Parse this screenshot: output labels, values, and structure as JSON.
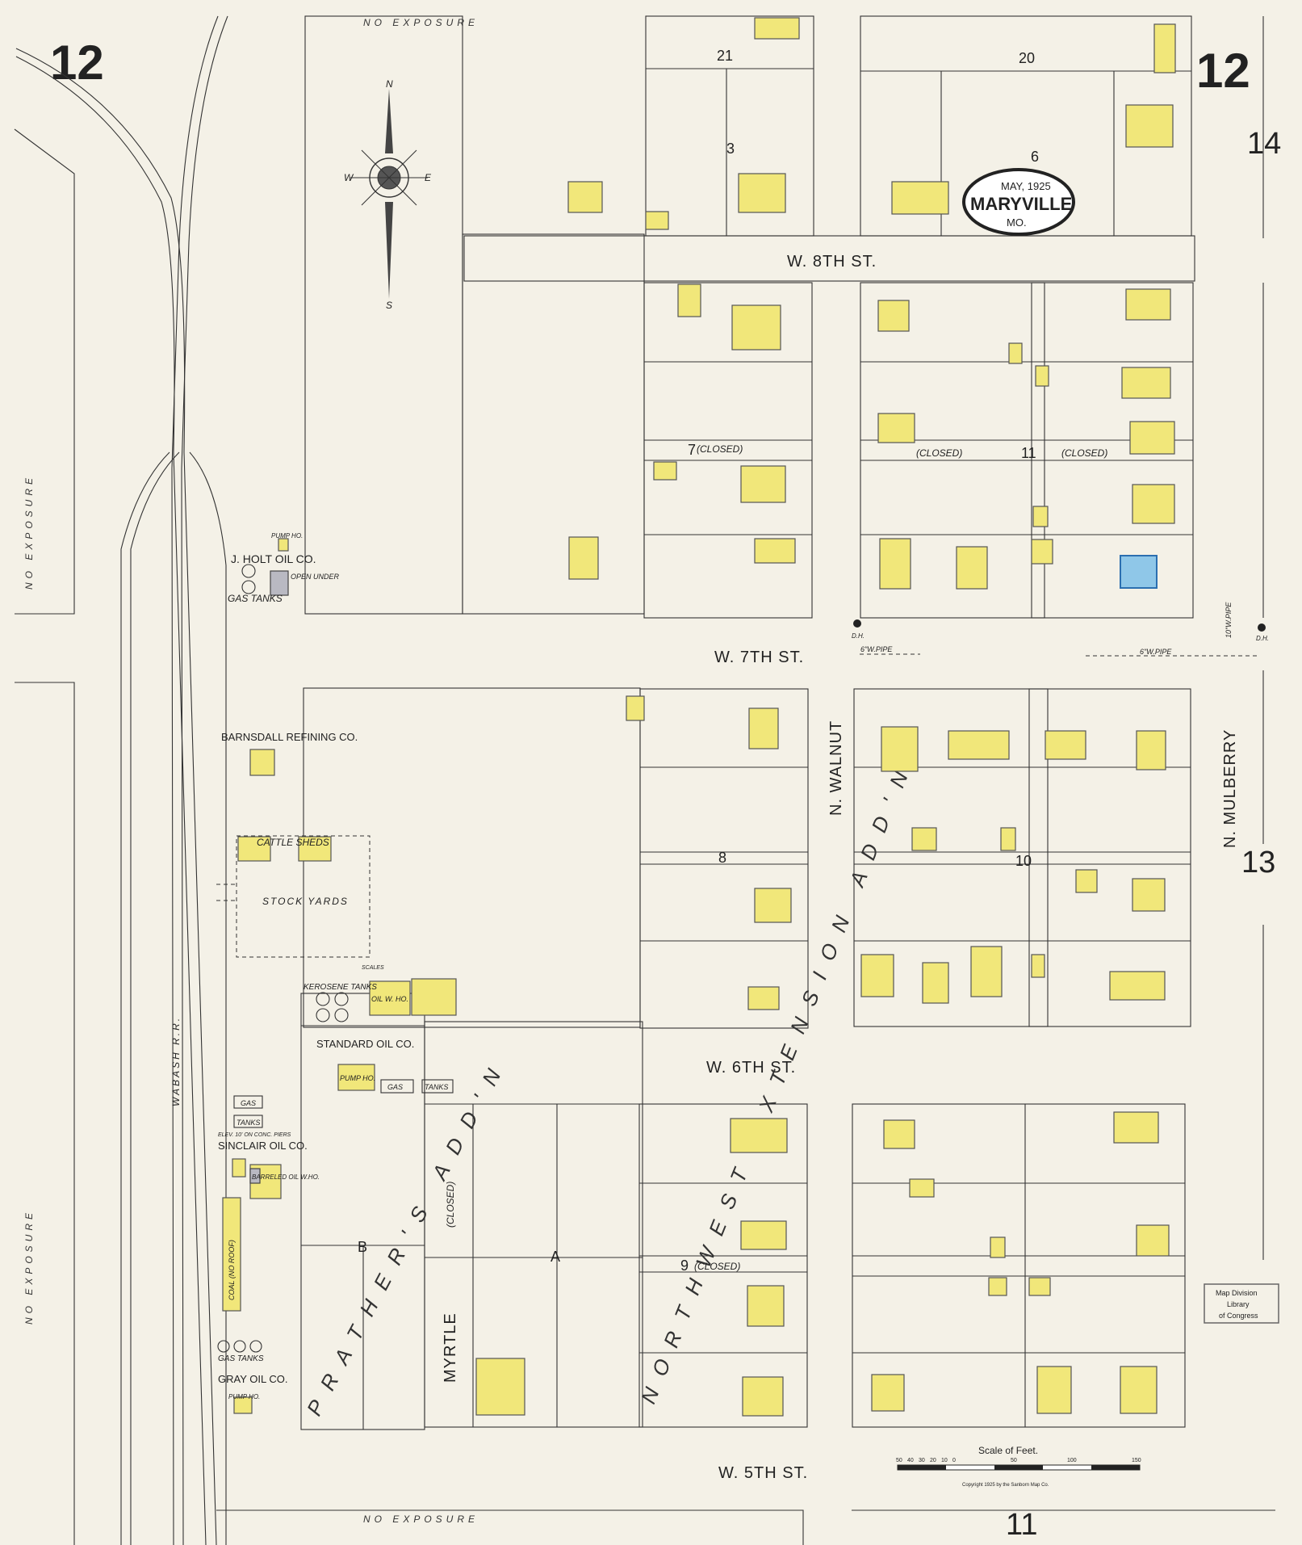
{
  "sheet": {
    "number": "12",
    "right_number": "12",
    "adjacent_top_right": "14",
    "adjacent_right_mid": "13",
    "adjacent_bottom": "11"
  },
  "title_plate": {
    "date": "MAY, 1925",
    "city": "MARYVILLE",
    "state": "MO."
  },
  "compass": {
    "n": "N",
    "s": "S",
    "e": "E",
    "w": "W"
  },
  "exposure": {
    "top": "NO EXPOSURE",
    "bottom": "NO EXPOSURE",
    "left_upper": "NO EXPOSURE",
    "left_lower": "NO EXPOSURE"
  },
  "streets": {
    "w8": "W. 8TH ST.",
    "w7": "W. 7TH ST.",
    "w6": "W. 6TH ST.",
    "w5": "W. 5TH ST.",
    "walnut": "N. WALNUT",
    "mulberry": "N. MULBERRY",
    "myrtle": "MYRTLE",
    "railroad": "WABASH R.R.",
    "addition_1": "NORTHWEST EXTENSION ADD'N",
    "addition_2": "PRATHER'S ADD'N",
    "addition_3": "ADD'N"
  },
  "blocks": [
    "21",
    "20",
    "3",
    "6",
    "7",
    "11",
    "8",
    "10",
    "9",
    "B",
    "A"
  ],
  "businesses": {
    "holt": "J. HOLT OIL CO.",
    "barnsdall": "BARNSDALL REFINING CO.",
    "stock_yards": "STOCK YARDS",
    "cattle_sheds": "CATTLE SHEDS",
    "kerosene": "KEROSENE TANKS",
    "standard": "STANDARD OIL CO.",
    "sinclair": "SINCLAIR OIL CO.",
    "gray": "GRAY OIL CO.",
    "coal": "COAL (NO ROOF)",
    "gas_tanks": "GAS TANKS",
    "pump_ho": "PUMP HO.",
    "oil_w_ho": "OIL W. HO.",
    "barreled": "BARRELED OIL W.HO.",
    "gas": "GAS",
    "tanks": "TANKS",
    "scales": "SCALES",
    "open_under": "OPEN UNDER",
    "elev": "ELEV. 10' ON CONC. PIERS"
  },
  "notes": {
    "closed": "(CLOSED)",
    "water_pipe_6": "6\"W.PIPE",
    "water_pipe_10": "10\"W.PIPE",
    "dh": "D.H."
  },
  "scale": {
    "title": "Scale of Feet.",
    "ticks": [
      "50",
      "40",
      "30",
      "20",
      "10",
      "0",
      "50",
      "100",
      "150"
    ],
    "copyright": "Copyright 1925 by the Sanborn Map Co."
  },
  "stamp": {
    "line1": "Map Division",
    "line2": "Library",
    "line3": "of Congress"
  },
  "colors": {
    "paper": "#f4f1e7",
    "dwelling_yellow": "#f1e77a",
    "brick_blue": "#8fc7e8",
    "ink": "#222222"
  }
}
